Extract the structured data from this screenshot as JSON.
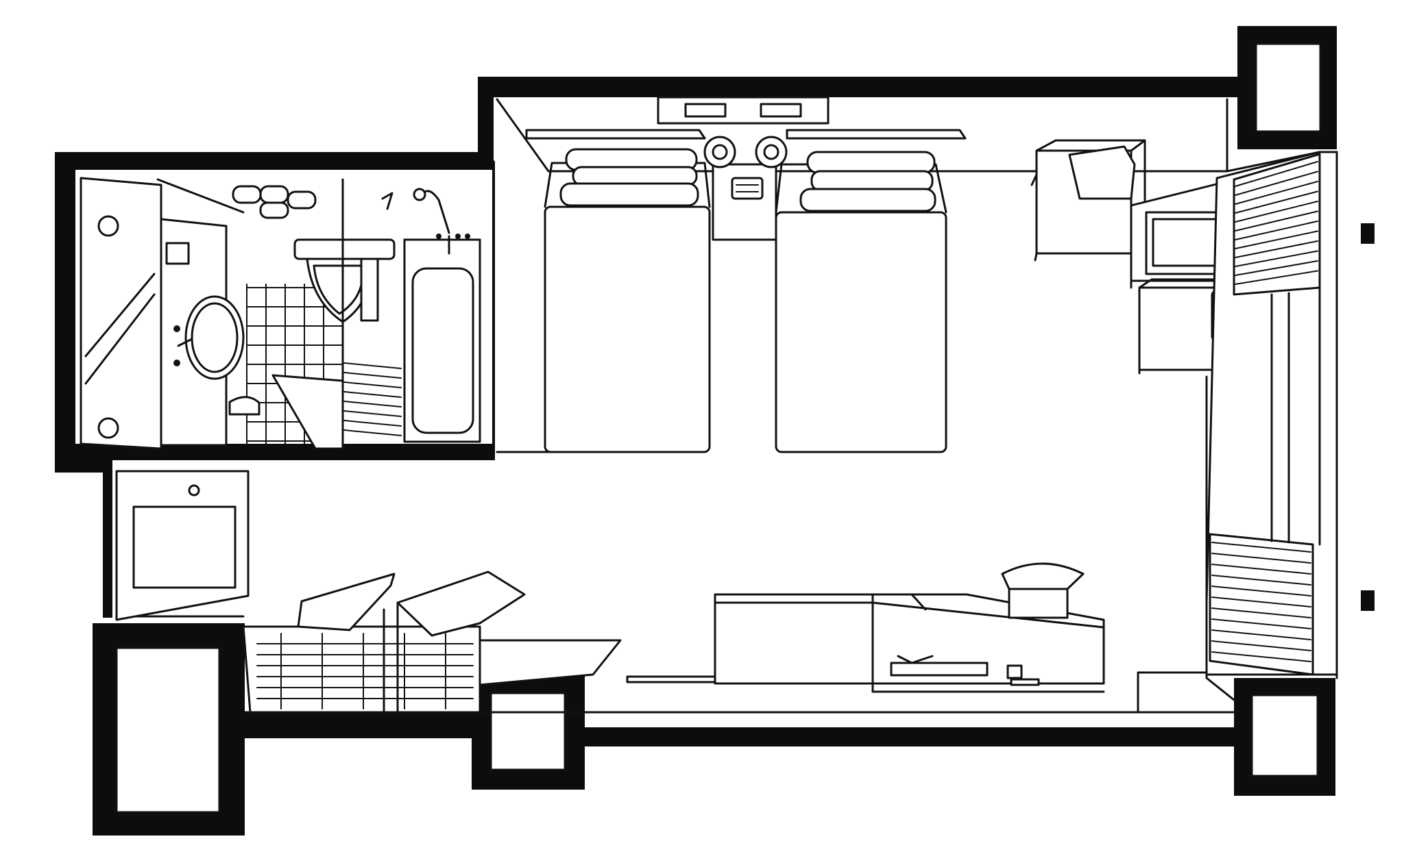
{
  "diagram": {
    "type": "floor-plan",
    "style": "black-and-white line drawing",
    "colors": {
      "wall": "#0d0d0d",
      "line": "#111111",
      "background": "#ffffff"
    },
    "rooms": [
      "bathroom",
      "bedroom"
    ],
    "bedroom_items": [
      "twin-bed-left",
      "twin-bed-right",
      "nightstand-with-telephone",
      "wall-lamps",
      "desk-chair",
      "desk-with-tv",
      "armchair",
      "window-curtains",
      "luggage-rack-and-minibar",
      "dresser",
      "closet-with-open-doors",
      "entry-mirror"
    ],
    "bathroom_items": [
      "vanity-with-sink",
      "towel-rack",
      "toilet",
      "shower",
      "bathtub",
      "mirror-wall"
    ]
  }
}
